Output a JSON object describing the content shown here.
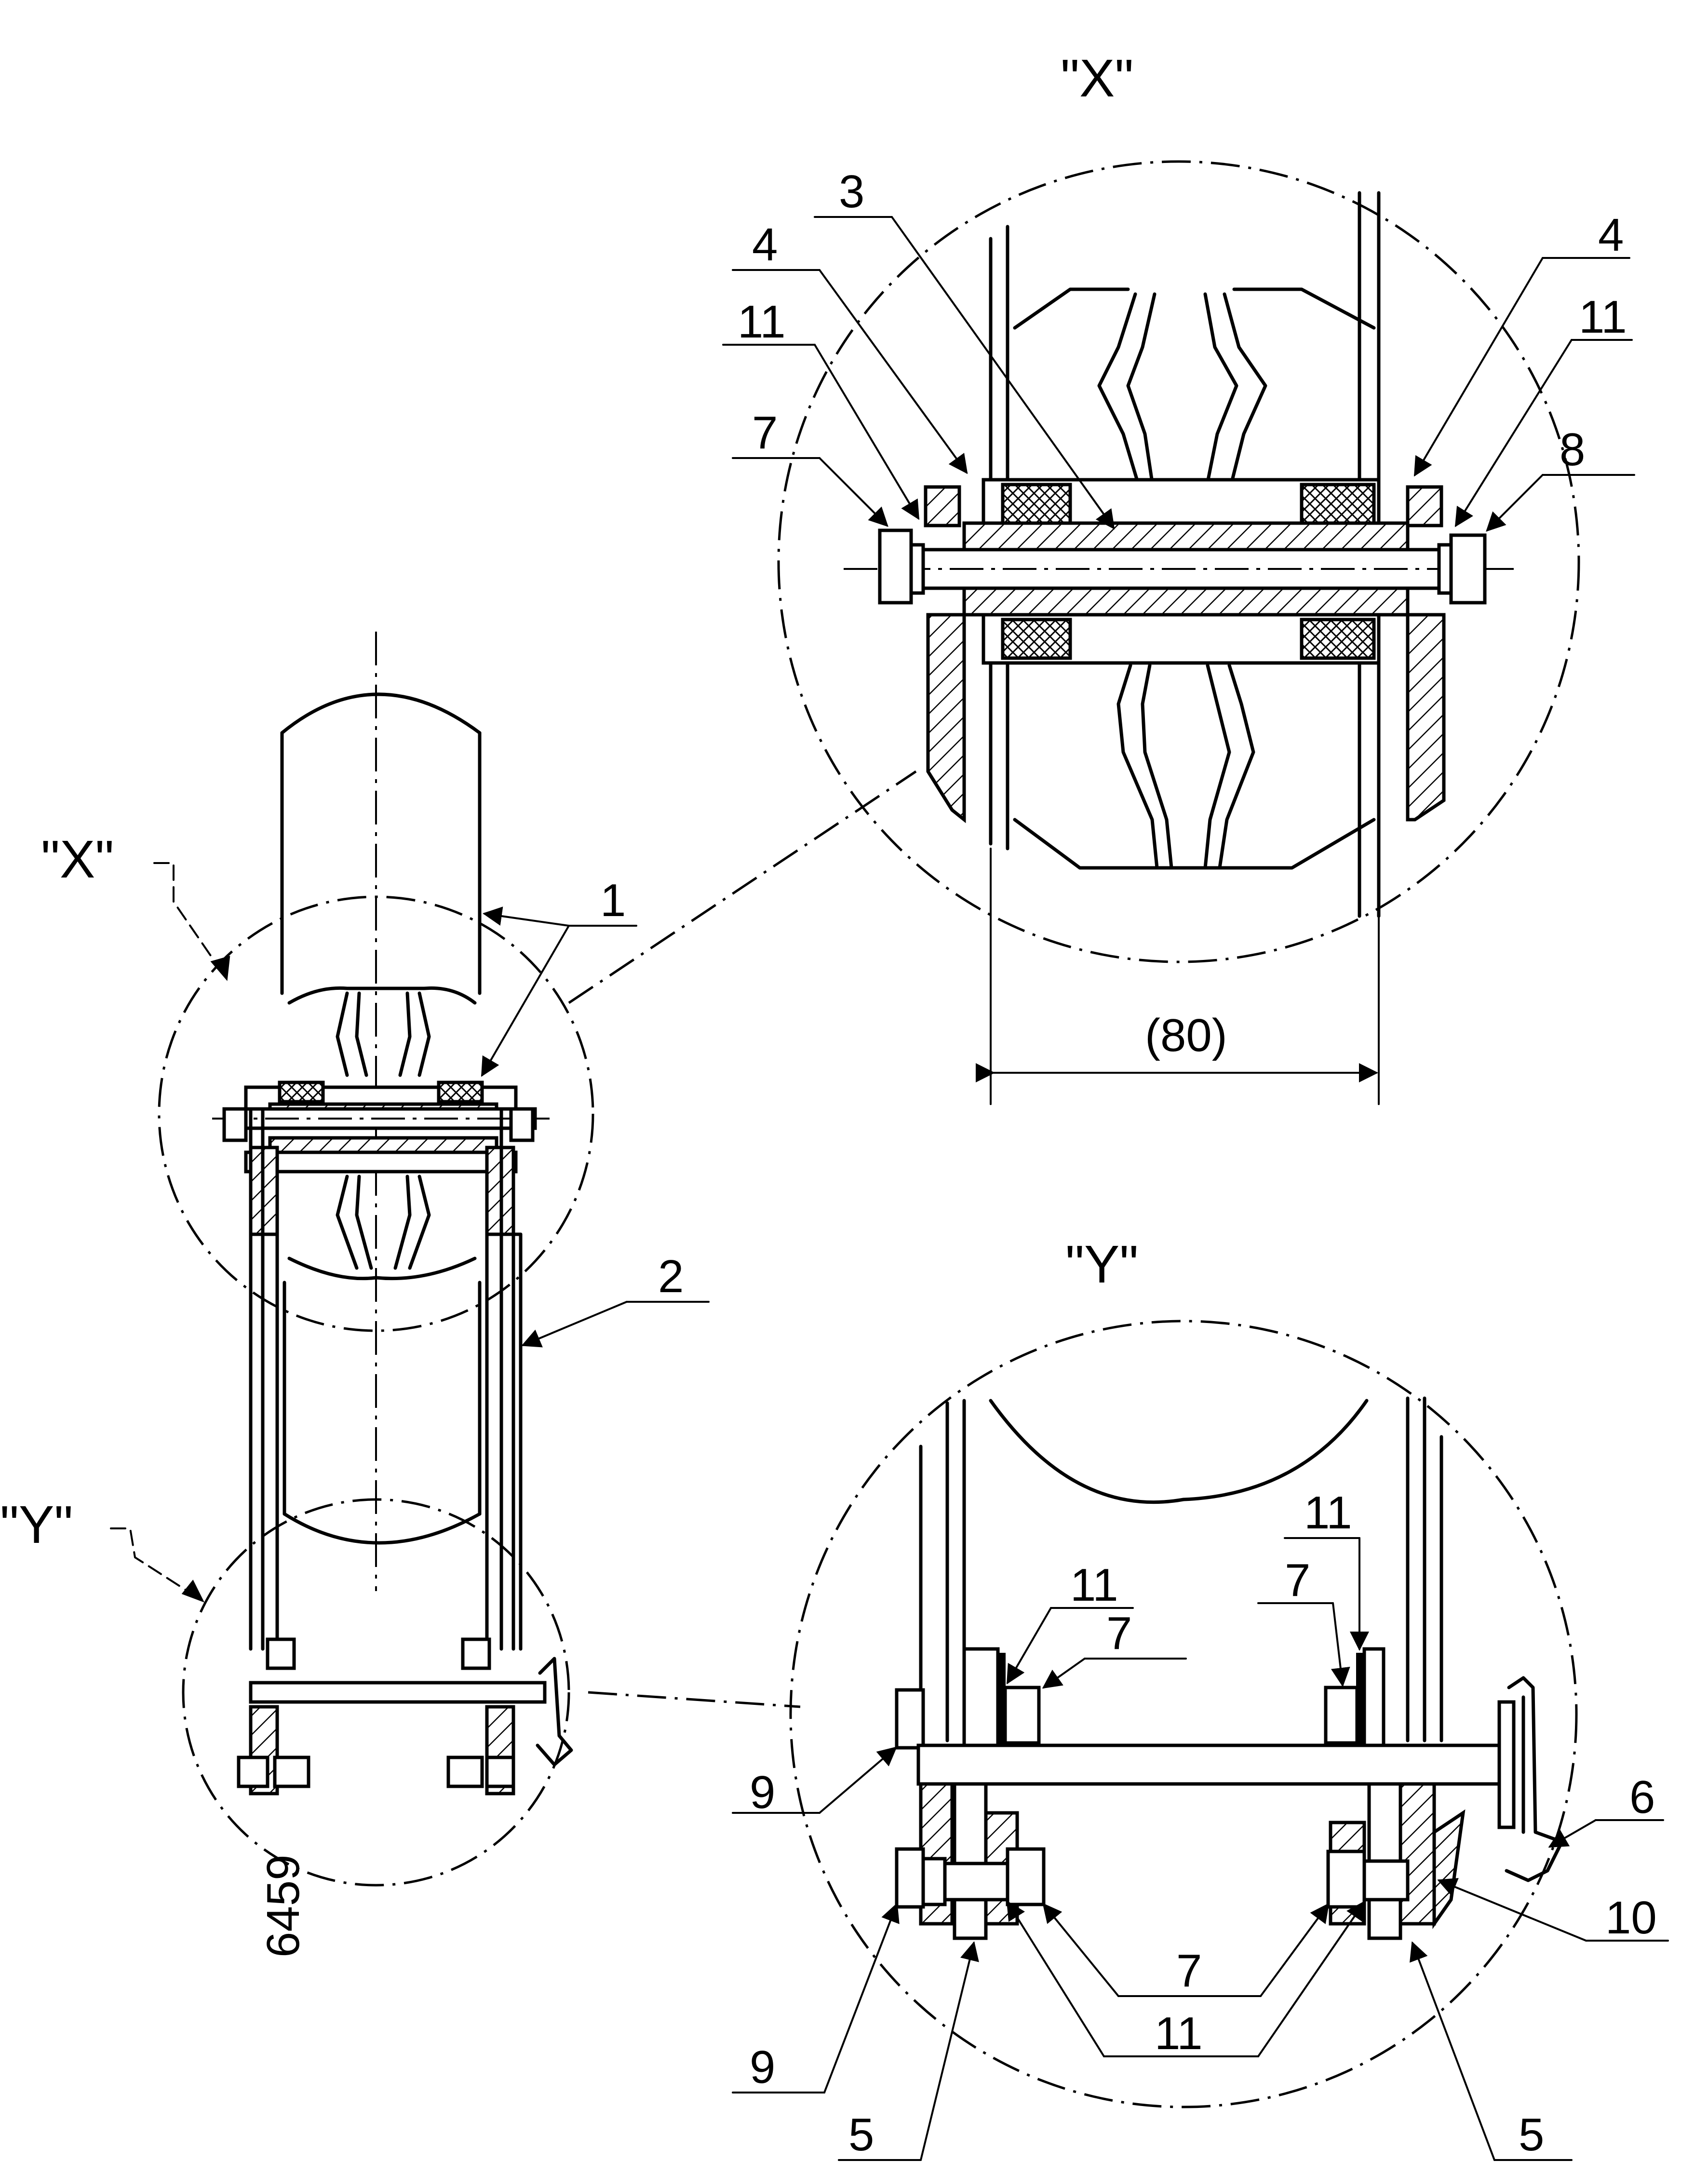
{
  "views": {
    "x_title": "\"X\"",
    "y_title": "\"Y\"",
    "x_marker": "\"X\"",
    "y_marker": "\"Y\""
  },
  "callouts": {
    "main_1": "1",
    "main_2": "2",
    "x_3": "3",
    "x_4_left": "4",
    "x_4_right": "4",
    "x_11_left": "11",
    "x_11_right": "11",
    "x_7": "7",
    "x_8": "8",
    "y_11_upper_left": "11",
    "y_7_upper_left": "7",
    "y_11_upper_right": "11",
    "y_7_upper_right": "7",
    "y_9_upper": "9",
    "y_9_lower": "9",
    "y_6": "6",
    "y_10": "10",
    "y_7_lower": "7",
    "y_11_lower": "11",
    "y_5_left": "5",
    "y_5_right": "5"
  },
  "dimension": {
    "value": "(80)"
  },
  "drawing_number": "6459"
}
